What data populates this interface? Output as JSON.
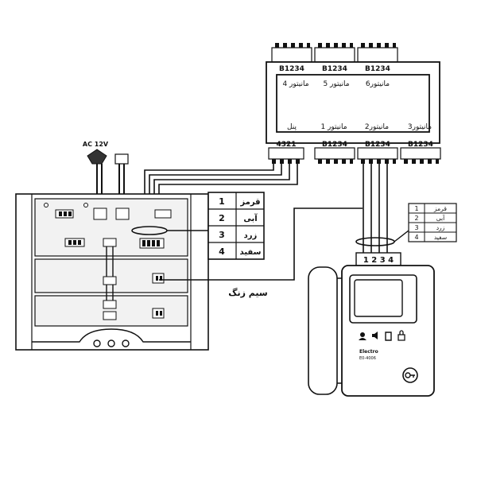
{
  "distributor": {
    "top_connectors": [
      "B1234",
      "B1234",
      "B1234"
    ],
    "bottom_connectors": [
      "4321",
      "B1234",
      "B1234",
      "B1234"
    ],
    "labels_top": [
      "مانیتور 4",
      "مانیتور 5",
      "مانیتور6"
    ],
    "labels_bottom": [
      "پنل",
      "مانیتور 1",
      "مانیتور2",
      "مانیتور3"
    ]
  },
  "power": {
    "label": "AC 12V"
  },
  "wire_table_main": [
    {
      "num": "1",
      "name": "قرمز"
    },
    {
      "num": "2",
      "name": "آبی"
    },
    {
      "num": "3",
      "name": "زرد"
    },
    {
      "num": "4",
      "name": "سفید"
    }
  ],
  "wire_table_monitor": [
    {
      "num": "1",
      "name": "قرمز"
    },
    {
      "num": "2",
      "name": "آبی"
    },
    {
      "num": "3",
      "name": "زرد"
    },
    {
      "num": "4",
      "name": "سفید"
    }
  ],
  "monitor": {
    "terminals": "1 2 3 4",
    "brand": "Electro",
    "model": "E0-4006"
  },
  "bell_wire_label": "سیم زنگ",
  "colors": {
    "line": "#111111",
    "panel_fill": "#f2f2f2",
    "module_fill": "#e8e8e8"
  }
}
